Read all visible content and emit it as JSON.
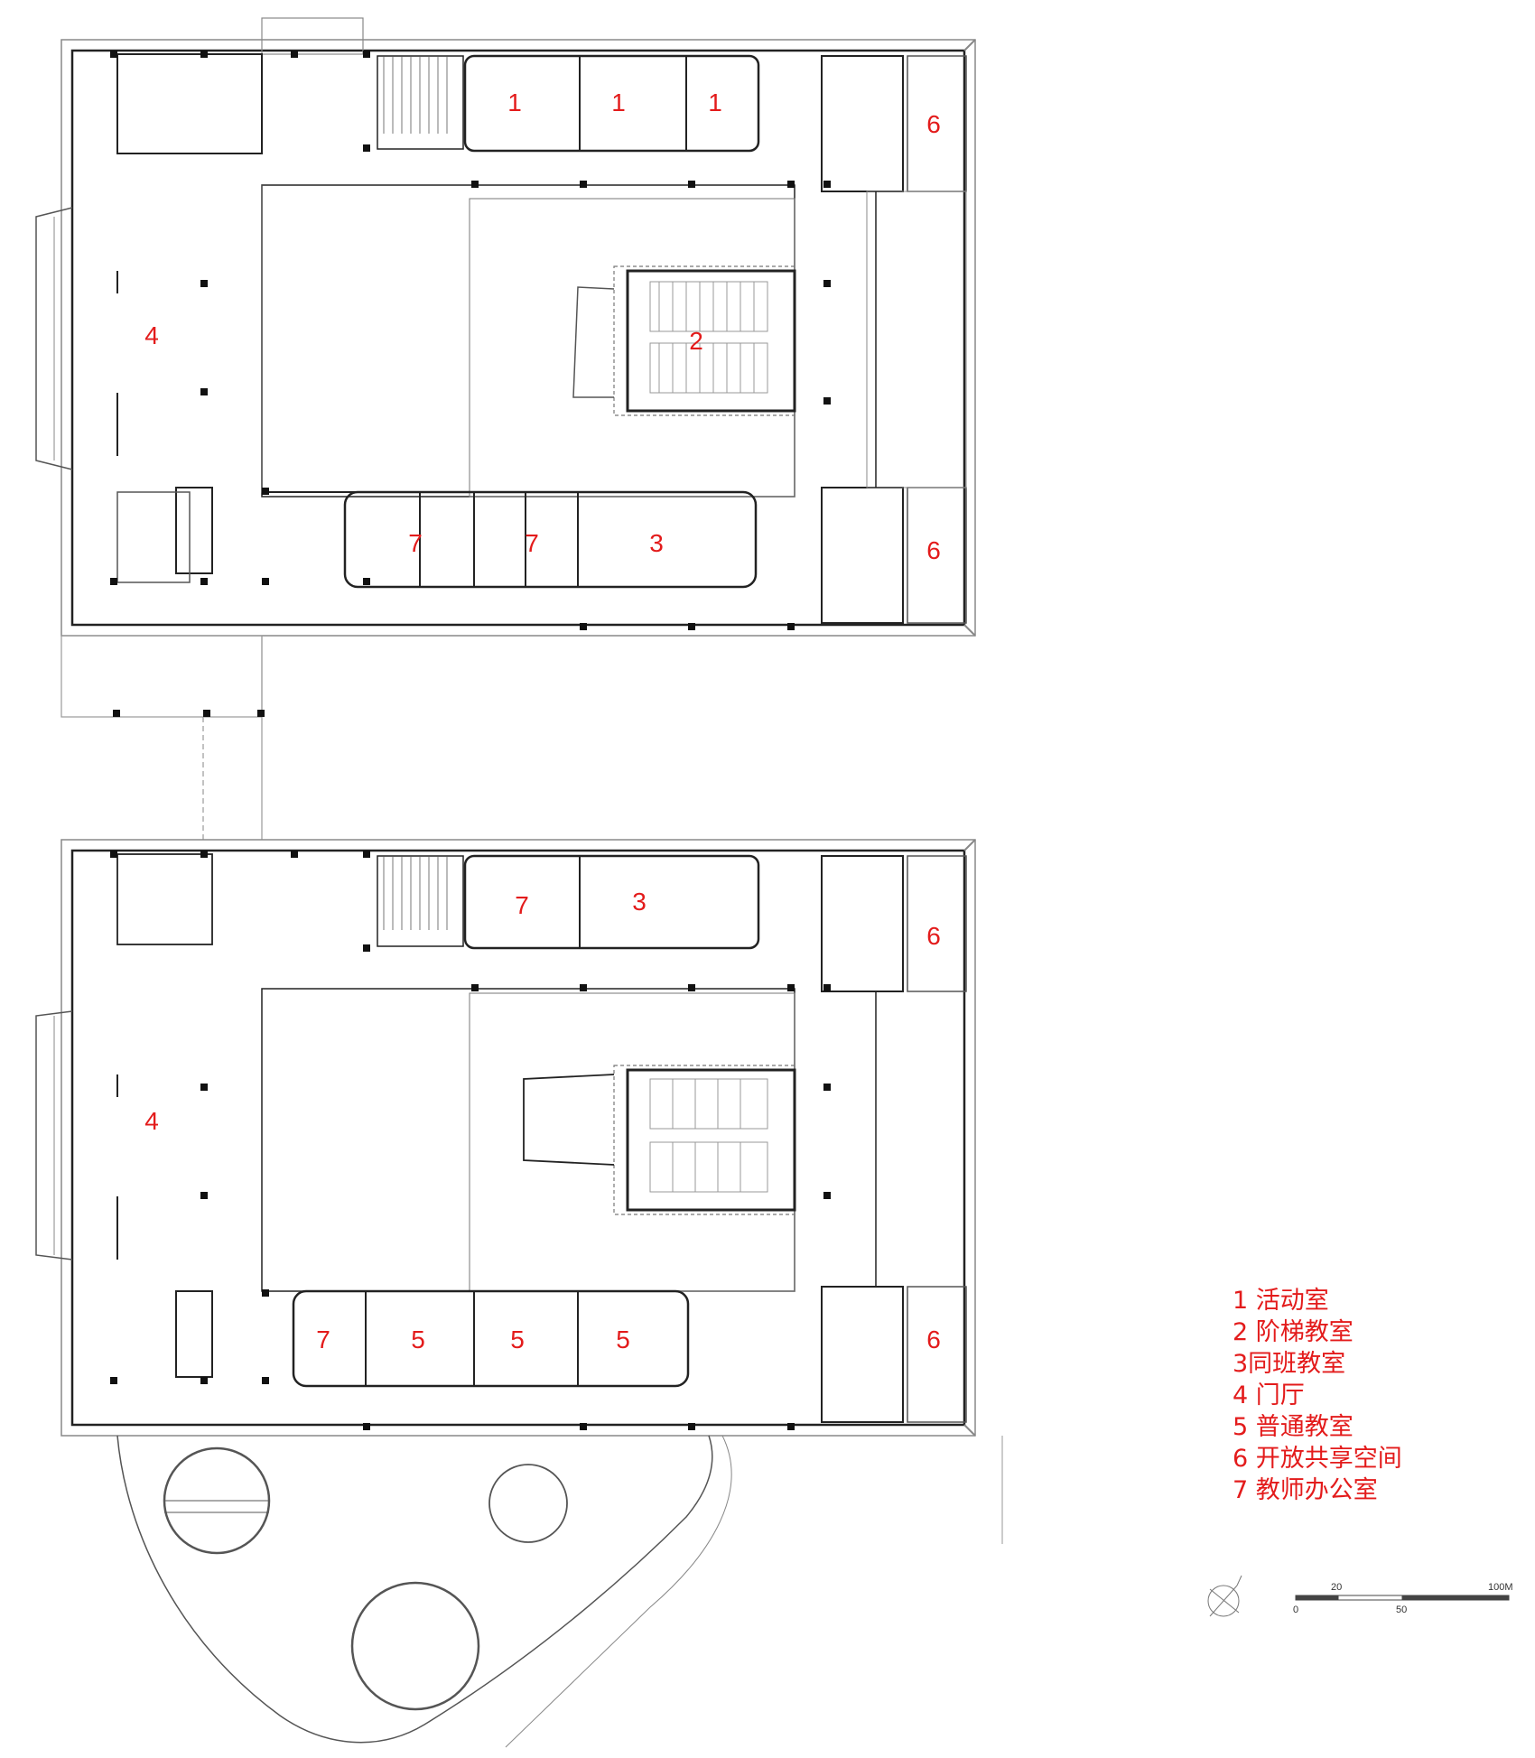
{
  "legend": [
    "1 活动室",
    "2 阶梯教室",
    "3同班教室",
    "4 门厅",
    "5 普通教室",
    "6 开放共享空间",
    "7 教师办公室"
  ],
  "upper_plan": {
    "labels": [
      {
        "name": "room-1a",
        "text": "1"
      },
      {
        "name": "room-1b",
        "text": "1"
      },
      {
        "name": "room-1c",
        "text": "1"
      },
      {
        "name": "room-6a",
        "text": "6"
      },
      {
        "name": "room-4",
        "text": "4"
      },
      {
        "name": "room-2",
        "text": "2"
      },
      {
        "name": "room-7a",
        "text": "7"
      },
      {
        "name": "room-7b",
        "text": "7"
      },
      {
        "name": "room-3",
        "text": "3"
      },
      {
        "name": "room-6b",
        "text": "6"
      }
    ]
  },
  "lower_plan": {
    "labels": [
      {
        "name": "room-7c",
        "text": "7"
      },
      {
        "name": "room-3b",
        "text": "3"
      },
      {
        "name": "room-6c",
        "text": "6"
      },
      {
        "name": "room-4b",
        "text": "4"
      },
      {
        "name": "room-7d",
        "text": "7"
      },
      {
        "name": "room-5a",
        "text": "5"
      },
      {
        "name": "room-5b",
        "text": "5"
      },
      {
        "name": "room-5c",
        "text": "5"
      },
      {
        "name": "room-6d",
        "text": "6"
      }
    ]
  },
  "scale_bar": {
    "top_labels": [
      "20",
      "100M"
    ],
    "bottom_labels": [
      "0",
      "50"
    ]
  },
  "colors": {
    "label": "#e31b1b",
    "line": "#222222",
    "thin": "#8a8a8a"
  }
}
